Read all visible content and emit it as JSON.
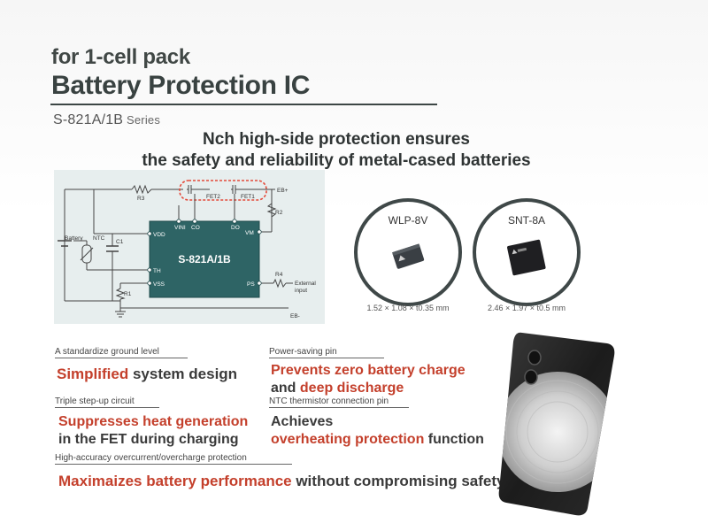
{
  "header": {
    "subtitle": "for 1-cell pack",
    "title": "Battery Protection IC",
    "series_code": "S-821A/1B",
    "series_suffix": " Series"
  },
  "headline": {
    "line1": "Nch high-side protection ensures",
    "line2": "the safety and reliability of metal-cased batteries"
  },
  "circuit": {
    "chip_name": "S-821A/1B",
    "pins": {
      "vini": "VINI",
      "co": "CO",
      "do": "DO",
      "vdd": "VDD",
      "vm": "VM",
      "th": "TH",
      "vss": "VSS",
      "ps": "PS"
    },
    "components": {
      "r3": "R3",
      "r2": "R2",
      "r4": "R4",
      "r1": "R1",
      "c1": "C1",
      "fet2": "FET2",
      "fet1": "FET1",
      "ntc": "NTC",
      "battery": "Battery"
    },
    "terminals": {
      "eb_plus": "EB+",
      "eb_minus": "EB-",
      "external_line1": "External",
      "external_line2": "input"
    }
  },
  "packages": [
    {
      "name": "WLP-8V",
      "dims": "1.52 × 1.08 × t0.35 mm"
    },
    {
      "name": "SNT-8A",
      "dims": "2.46 × 1.97 × t0.5 mm"
    }
  ],
  "features": {
    "f1": {
      "label": "A standardize ground level",
      "red": "Simplified",
      "rest": " system design"
    },
    "f2": {
      "label": "Power-saving pin",
      "red1": "Prevents zero battery charge",
      "mid": "and ",
      "red2": "deep discharge"
    },
    "f3": {
      "label": "Triple step-up circuit",
      "red": "Suppresses heat generation",
      "line2": "in the FET during charging"
    },
    "f4": {
      "label": "NTC thermistor connection pin",
      "line1": "Achieves",
      "red": "overheating protection",
      "rest": " function"
    },
    "f5": {
      "label": "High-accuracy overcurrent/overcharge protection",
      "red": "Maximaizes battery performance",
      "rest": " without compromising safety"
    }
  },
  "colors": {
    "title": "#394241",
    "accent_red": "#c4402c",
    "chip_teal": "#2e6465",
    "circuit_bg": "#e7eeee"
  }
}
